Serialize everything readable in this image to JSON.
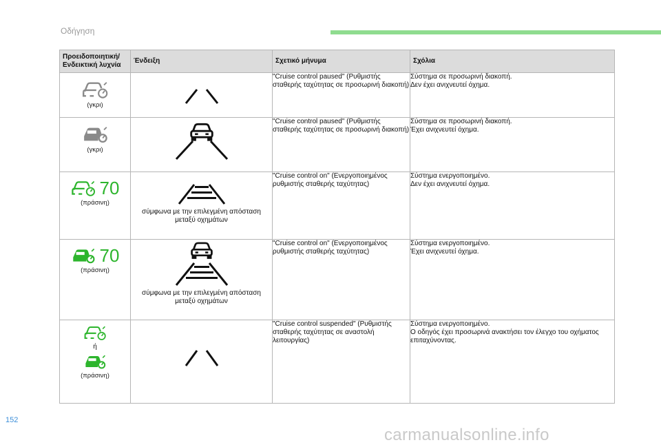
{
  "header": {
    "section_title": "Οδήγηση"
  },
  "table": {
    "columns": [
      "Προειδοποιητική/ Ενδεικτική λυχνία",
      "Ένδειξη",
      "Σχετικό μήνυμα",
      "Σχόλια"
    ],
    "rows": [
      {
        "lamp_color_label": "(γκρι)",
        "lamp_style": "outline-grey",
        "display": "lines",
        "message": "\"Cruise control paused\" (Ρυθμιστής σταθερής ταχύτητας σε προσωρινή διακοπή)",
        "comment_1": "Σύστημα σε προσωρινή διακοπή.",
        "comment_2": "Δεν έχει ανιχνευτεί όχημα."
      },
      {
        "lamp_color_label": "(γκρι)",
        "lamp_style": "filled-grey",
        "display": "lines-car",
        "message": "\"Cruise control paused\" (Ρυθμιστής σταθερής ταχύτητας σε προσωρινή διακοπή)",
        "comment_1": "Σύστημα σε προσωρινή διακοπή.",
        "comment_2": "Έχει ανιχνευτεί όχημα."
      },
      {
        "lamp_color_label": "(πράσινη)",
        "lamp_style": "outline-green",
        "lamp_speed": "70",
        "display": "bars",
        "display_caption": "σύμφωνα με την επιλεγμένη απόσταση μεταξύ οχημάτων",
        "message": "\"Cruise control on\" (Ενεργοποιημένος ρυθμιστής σταθερής ταχύτητας)",
        "comment_1": "Σύστημα ενεργοποιημένο.",
        "comment_2": "Δεν έχει ανιχνευτεί όχημα."
      },
      {
        "lamp_color_label": "(πράσινη)",
        "lamp_style": "filled-green",
        "lamp_speed": "70",
        "display": "bars-car",
        "display_caption": "σύμφωνα με την επιλεγμένη απόσταση μεταξύ οχημάτων",
        "message": "\"Cruise control on\" (Ενεργοποιημένος ρυθμιστής σταθερής ταχύτητας)",
        "comment_1": "Σύστημα ενεργοποιημένο.",
        "comment_2": "Έχει ανιχνευτεί όχημα."
      },
      {
        "lamp_color_label": "(πράσινη)",
        "lamp_or": "ή",
        "lamp_style": "outline-and-filled-green",
        "display": "lines",
        "message": "\"Cruise control suspended\" (Ρυθμιστής σταθερής ταχύτητας σε αναστολή λειτουργίας)",
        "comment_1": "Σύστημα ενεργοποιημένο.",
        "comment_2": "Ο οδηγός έχει προσωρινά ανακτήσει τον έλεγχο του οχήματος επιταχύνοντας."
      }
    ]
  },
  "colors": {
    "green": "#2db52d",
    "grey": "#8a8a8a",
    "accent_bar": "#8fdc8f",
    "page_num": "#3d8fd9"
  },
  "footer": {
    "page_number": "152",
    "watermark": "carmanualsonline.info"
  }
}
